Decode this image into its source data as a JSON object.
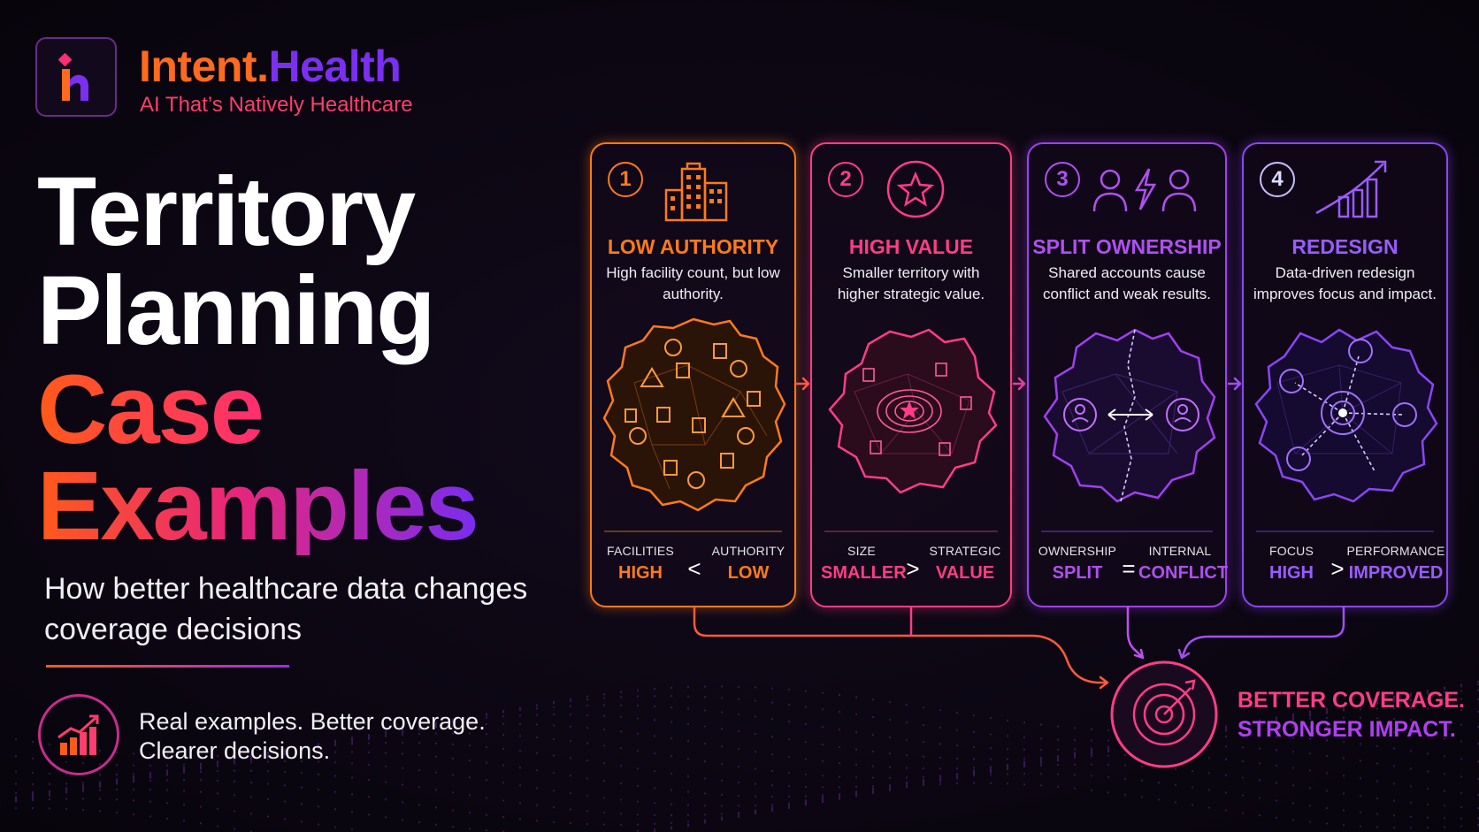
{
  "brand": {
    "name_part1": "Intent",
    "name_dot": ".",
    "name_part2": "Health",
    "tagline": "AI That’s Natively Healthcare",
    "logo_icon": "intent-health-logo-icon"
  },
  "hero": {
    "title_line1": "Territory",
    "title_line2": "Planning",
    "title_line3": "Case",
    "title_line4": "Examples",
    "subtitle": "How better healthcare data changes coverage decisions"
  },
  "footer": {
    "text_line1": "Real examples. Better coverage.",
    "text_line2": "Clearer decisions.",
    "icon": "bar-chart-growth-icon"
  },
  "colors": {
    "orange": "#ff7a1a",
    "pink": "#ff3d86",
    "violet": "#a040f0",
    "purple": "#8a46f5",
    "background": "#0b0612"
  },
  "cases": [
    {
      "number": "1",
      "icon": "building-icon",
      "title": "LOW AUTHORITY",
      "desc": "High facility count, but low authority.",
      "metric_left_label": "FACILITIES",
      "metric_left_value": "HIGH",
      "operator": "<",
      "metric_right_label": "AUTHORITY",
      "metric_right_value": "LOW"
    },
    {
      "number": "2",
      "icon": "star-icon",
      "title": "HIGH VALUE",
      "desc": "Smaller territory with higher strategic value.",
      "metric_left_label": "SIZE",
      "metric_left_value": "SMALLER",
      "operator": ">",
      "metric_right_label": "STRATEGIC",
      "metric_right_value": "VALUE"
    },
    {
      "number": "3",
      "icon": "users-conflict-icon",
      "title": "SPLIT OWNERSHIP",
      "desc": "Shared accounts cause conflict and weak results.",
      "metric_left_label": "OWNERSHIP",
      "metric_left_value": "SPLIT",
      "operator": "=",
      "metric_right_label": "INTERNAL",
      "metric_right_value": "CONFLICT"
    },
    {
      "number": "4",
      "icon": "growth-chart-icon",
      "title": "REDESIGN",
      "desc": "Data-driven redesign improves focus and impact.",
      "metric_left_label": "FOCUS",
      "metric_left_value": "HIGH",
      "operator": ">",
      "metric_right_label": "PERFORMANCE",
      "metric_right_value": "IMPROVED"
    }
  ],
  "outcome": {
    "line1": "BETTER COVERAGE.",
    "line2": "STRONGER IMPACT.",
    "icon": "target-icon"
  }
}
